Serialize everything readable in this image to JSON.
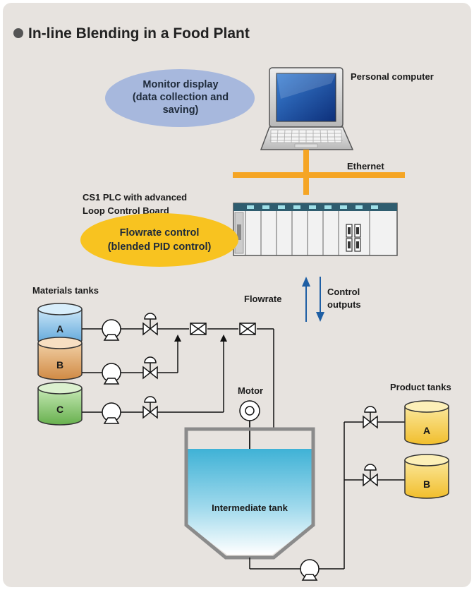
{
  "title": "In-line Blending in a Food Plant",
  "monitor_display": {
    "line1": "Monitor display",
    "line2": "(data collection and",
    "line3": "saving)"
  },
  "personal_computer_label": "Personal computer",
  "ethernet_label": "Ethernet",
  "plc_label": {
    "line1": "CS1 PLC with advanced",
    "line2": "Loop Control Board"
  },
  "flowrate_control": {
    "line1": "Flowrate control",
    "line2": "(blended PID control)"
  },
  "materials_tanks_label": "Materials tanks",
  "material_tanks": [
    "A",
    "B",
    "C"
  ],
  "flowrate_label": "Flowrate",
  "control_outputs": {
    "line1": "Control",
    "line2": "outputs"
  },
  "motor_label": "Motor",
  "product_tanks_label": "Product tanks",
  "product_tanks": [
    "A",
    "B"
  ],
  "intermediate_tank_label": "Intermediate tank",
  "colors": {
    "panel_bg": "#e7e3df",
    "ethernet": "#f5a524",
    "monitor_ellipse": "#a7b8dd",
    "flowrate_ellipse": "#f8c320",
    "arrow_blue": "#1f5fa4",
    "tank_a": "#8fc4e8",
    "tank_b": "#e3aa6b",
    "tank_c": "#8ecb73",
    "product_tank": "#f7d25a"
  }
}
